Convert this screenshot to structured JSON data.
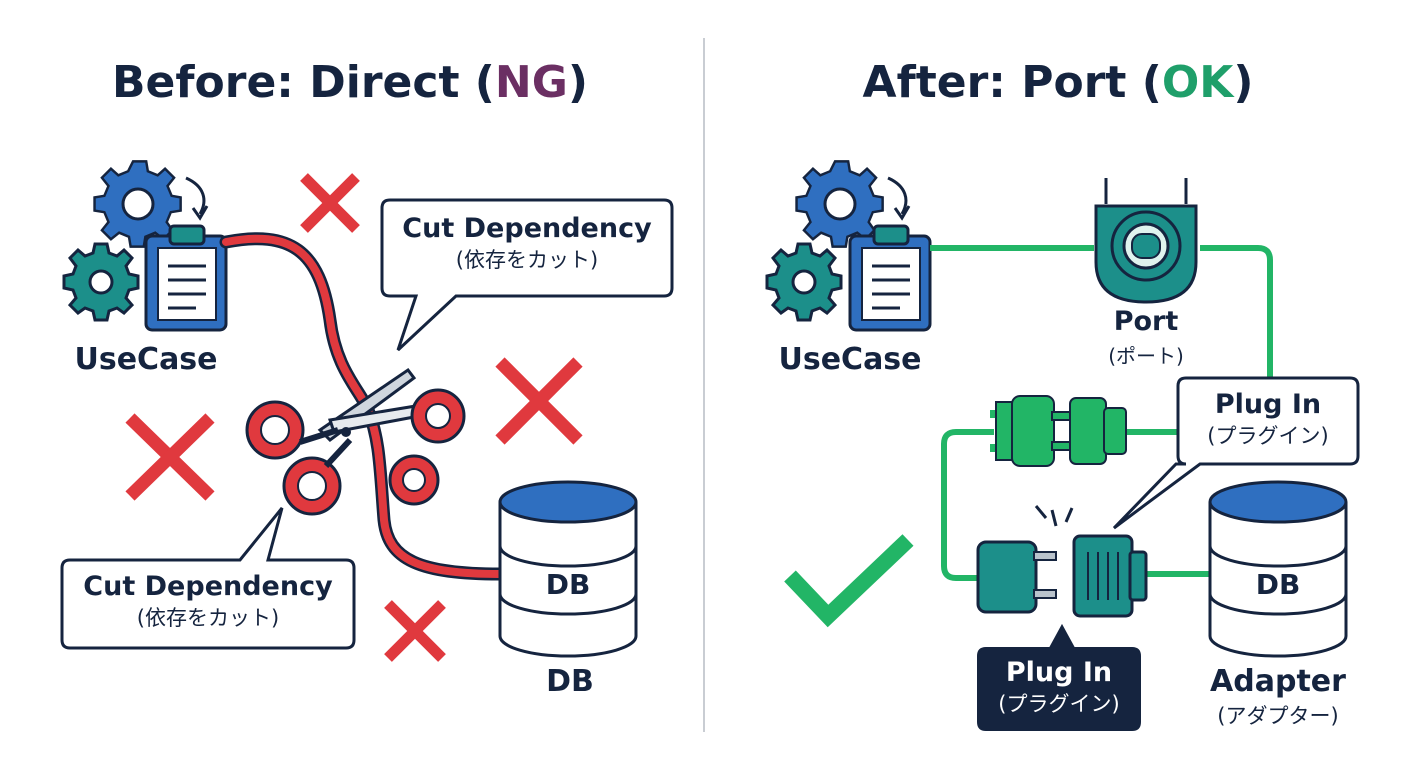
{
  "left_panel": {
    "title_main": "Before: Direct (",
    "title_accent": "NG",
    "title_end": ")",
    "usecase_label": "UseCase",
    "db_label": "DB",
    "db_text": "DB",
    "bubble_top": {
      "main": "Cut Dependency",
      "sub": "(依存をカット)"
    },
    "bubble_bottom": {
      "main": "Cut Dependency",
      "sub": "(依存をカット)"
    }
  },
  "right_panel": {
    "title_main": "After: Port (",
    "title_accent": "OK",
    "title_end": ")",
    "usecase_label": "UseCase",
    "port_label": "Port",
    "port_sub": "(ポート)",
    "plug_bubble": {
      "main": "Plug In",
      "sub": "(プラグイン)"
    },
    "plug_box": {
      "main": "Plug In",
      "sub": "(プラグイン)"
    },
    "db_text": "DB",
    "adapter_label": "Adapter",
    "adapter_sub": "(アダプター)"
  },
  "colors": {
    "navy": "#15243f",
    "red": "#e0393e",
    "green": "#22b566",
    "teal": "#1c8f8a",
    "blue": "#2f6fc0",
    "ng_accent": "#6b2f63",
    "ok_accent": "#1f9f6a"
  }
}
